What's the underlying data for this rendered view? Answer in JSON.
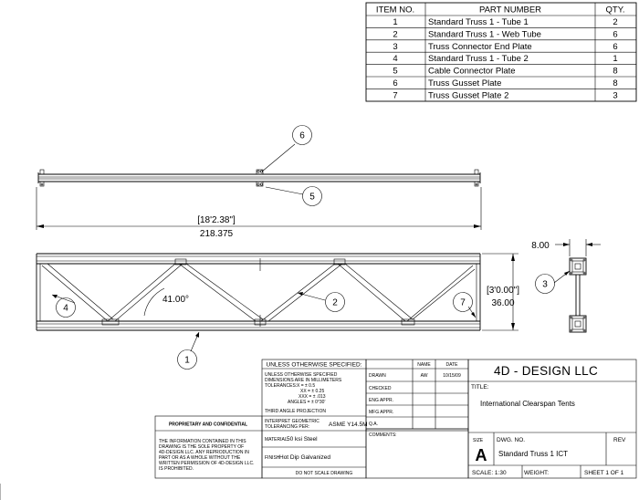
{
  "bom": {
    "headers": [
      "ITEM NO.",
      "PART NUMBER",
      "QTY."
    ],
    "rows": [
      {
        "item": "1",
        "part": "Standard Truss 1 - Tube 1",
        "qty": "2"
      },
      {
        "item": "2",
        "part": "Standard Truss 1 - Web Tube",
        "qty": "6"
      },
      {
        "item": "3",
        "part": "Truss Connector End Plate",
        "qty": "6"
      },
      {
        "item": "4",
        "part": "Standard Truss 1 - Tube 2",
        "qty": "1"
      },
      {
        "item": "5",
        "part": "Cable Connector Plate",
        "qty": "8"
      },
      {
        "item": "6",
        "part": "Truss Gusset Plate",
        "qty": "8"
      },
      {
        "item": "7",
        "part": "Truss Gusset Plate 2",
        "qty": "3"
      }
    ]
  },
  "dimensions": {
    "length_ft": "[18'2.38\"]",
    "length_in": "218.375",
    "height_ft": "[3'0.00\"]",
    "height_in": "36.00",
    "width": "8.00",
    "angle": "41.00°"
  },
  "balloons": {
    "b1": "1",
    "b2": "2",
    "b3": "3",
    "b4": "4",
    "b5": "5",
    "b6": "6",
    "b7": "7"
  },
  "title_block": {
    "unless": "UNLESS OTHERWISE SPECIFIED:",
    "dims_in_mm_1": "UNLESS OTHERWISE SPECIFIED",
    "dims_in_mm_2": "DIMENSIONS ARE IN MILLIMETERS",
    "tolerances": "TOLERANCES:",
    "tol_x": "X = ± 0.5",
    "tol_xx": "XX = ± 0.25",
    "tol_xxx": "XXX = ± .013",
    "tol_angles": "ANGLES = ± 0°30'",
    "third_angle": "THIRD ANGLE PROJECTION",
    "geom_tol_1": "INTERPRET GEOMETRIC",
    "geom_tol_2": "TOLERANCING PER:",
    "geom_std": "ASME Y14.5M",
    "material_label": "MATERIAL",
    "material": "50 ksi Steel",
    "finish_label": "FINISH",
    "finish": "Hot Dip Galvanized",
    "do_not_scale": "DO NOT SCALE DRAWING",
    "proprietary": "PROPRIETARY AND CONFIDENTIAL",
    "prop_text": [
      "THE INFORMATION CONTAINED IN THIS",
      "DRAWING IS THE SOLE PROPERTY OF",
      "4D-DESIGN LLC.  ANY REPRODUCTION IN",
      "PART OR AS A WHOLE WITHOUT THE",
      "WRITTEN PERMISSION OF 4D-DESIGN LLC.",
      "IS PROHIBITED."
    ],
    "col_name": "NAME",
    "col_date": "DATE",
    "drawn": "DRAWN",
    "drawn_name": "AW",
    "drawn_date": "10/15/09",
    "checked": "CHECKED",
    "eng_appr": "ENG APPR.",
    "mfg_appr": "MFG APPR.",
    "qa": "Q.A.",
    "comments": "COMMENTS:",
    "company": "4D - DESIGN LLC",
    "title_label": "TITLE:",
    "title": "International Clearspan Tents",
    "size_label": "SIZE",
    "size": "A",
    "dwg_label": "DWG.  NO.",
    "dwg_no": "Standard Truss 1 ICT",
    "rev_label": "REV",
    "scale": "SCALE: 1:30",
    "weight": "WEIGHT:",
    "sheet": "SHEET 1 OF 1"
  }
}
